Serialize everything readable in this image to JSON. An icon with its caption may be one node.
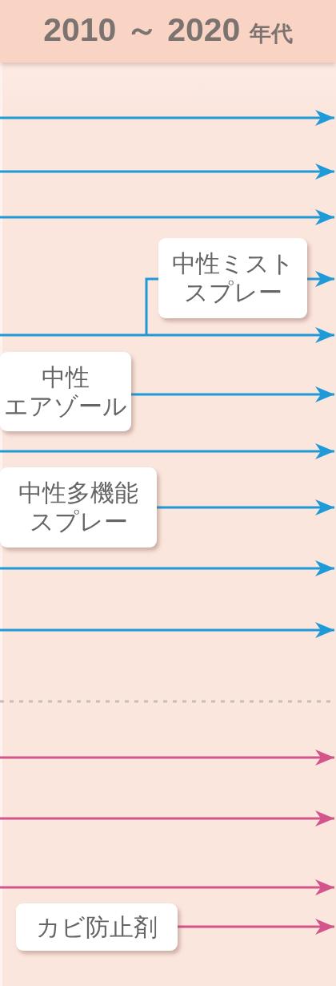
{
  "diagram": {
    "title": "2010 ～ 2020 年代",
    "nodes": [
      {
        "text": [
          "中性ミストスプレー"
        ]
      },
      {
        "text": [
          "中性エアゾール"
        ]
      },
      {
        "text": [
          "中性多機能スプレー"
        ]
      },
      {
        "text": [
          "カビ防止剤"
        ]
      }
    ],
    "edges": [
      {
        "from": null,
        "to": 0,
        "arrow": "none"
      },
      {
        "from": 0,
        "to": null,
        "arrow": "to"
      },
      {
        "from": 1,
        "to": null,
        "arrow": "to"
      },
      {
        "from": 2,
        "to": null,
        "arrow": "to"
      },
      {
        "from": 3,
        "to": null,
        "arrow": "to",
        "color": "#d4558b"
      }
    ]
  }
}
